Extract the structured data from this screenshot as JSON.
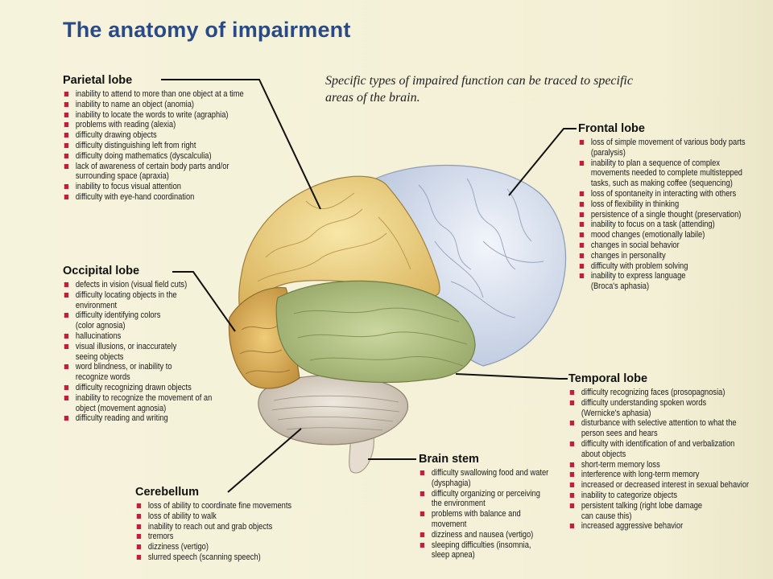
{
  "title": "The anatomy of impairment",
  "intro": "Specific types of impaired function can be traced to specific areas of the brain.",
  "colors": {
    "title": "#2a4a86",
    "bullet": "#c0203a",
    "parietal": "#f0d58a",
    "frontal": "#dfe6f2",
    "occipital": "#e3b860",
    "temporal": "#b9c889",
    "cerebellum": "#d8cfc2"
  },
  "sections": {
    "parietal": {
      "heading": "Parietal lobe",
      "items": [
        "inability to attend to more than one object at a time",
        "inability to name an object (anomia)",
        "inability to locate the words to write (agraphia)",
        "problems with reading (alexia)",
        "difficulty drawing objects",
        "difficulty distinguishing left from right",
        "difficulty doing mathematics (dyscalculia)",
        "lack of awareness of certain body parts and/or",
        "surrounding space (apraxia)",
        "inability to focus visual attention",
        "difficulty with eye-hand coordination"
      ]
    },
    "occipital": {
      "heading": "Occipital lobe",
      "items": [
        "defects in vision (visual field cuts)",
        "difficulty locating objects in the",
        "environment",
        "difficulty identifying colors",
        "(color agnosia)",
        "hallucinations",
        "visual illusions, or inaccurately",
        "seeing objects",
        "word blindness, or inability to",
        "recognize words",
        "difficulty recognizing drawn objects",
        "inability to recognize the movement of an",
        "object (movement agnosia)",
        "difficulty reading and writing"
      ]
    },
    "cerebellum": {
      "heading": "Cerebellum",
      "items": [
        "loss of ability to coordinate fine movements",
        "loss of ability to walk",
        "inability to reach out and grab objects",
        "tremors",
        "dizziness (vertigo)",
        "slurred speech (scanning speech)"
      ]
    },
    "frontal": {
      "heading": "Frontal lobe",
      "items": [
        "loss of simple movement of various body parts",
        "(paralysis)",
        "inability to plan a sequence of complex",
        "movements needed to complete multistepped",
        "tasks, such as making coffee (sequencing)",
        "loss of spontaneity in interacting with others",
        "loss of flexibility in thinking",
        "persistence of a single thought (preservation)",
        "inability to focus on a task (attending)",
        "mood changes (emotionally labile)",
        "changes in social behavior",
        "changes in personality",
        "difficulty with problem solving",
        "inability to express language",
        "(Broca's aphasia)"
      ]
    },
    "temporal": {
      "heading": "Temporal lobe",
      "items": [
        "difficulty recognizing faces (prosopagnosia)",
        "difficulty understanding spoken words",
        "(Wernicke's aphasia)",
        "disturbance with selective attention to what the",
        "person sees and hears",
        "difficulty with identification of and verbalization",
        "about objects",
        "short-term memory loss",
        "interference with long-term memory",
        "increased or decreased interest in sexual behavior",
        "inability to categorize objects",
        "persistent talking (right lobe damage",
        "can cause this)",
        "increased aggressive behavior"
      ]
    },
    "brainstem": {
      "heading": "Brain stem",
      "items": [
        "difficulty swallowing food and water",
        "(dysphagia)",
        "difficulty organizing or perceiving",
        "the environment",
        "problems with balance and",
        "movement",
        "dizziness and nausea (vertigo)",
        "sleeping difficulties (insomnia,",
        "sleep apnea)"
      ]
    }
  },
  "continuations": {
    "parietal": [
      8
    ],
    "occipital": [
      2,
      4,
      7,
      9,
      12
    ],
    "cerebellum": [],
    "frontal": [
      1,
      3,
      4,
      14
    ],
    "temporal": [
      2,
      4,
      6,
      12
    ],
    "brainstem": [
      1,
      3,
      5,
      8
    ]
  }
}
